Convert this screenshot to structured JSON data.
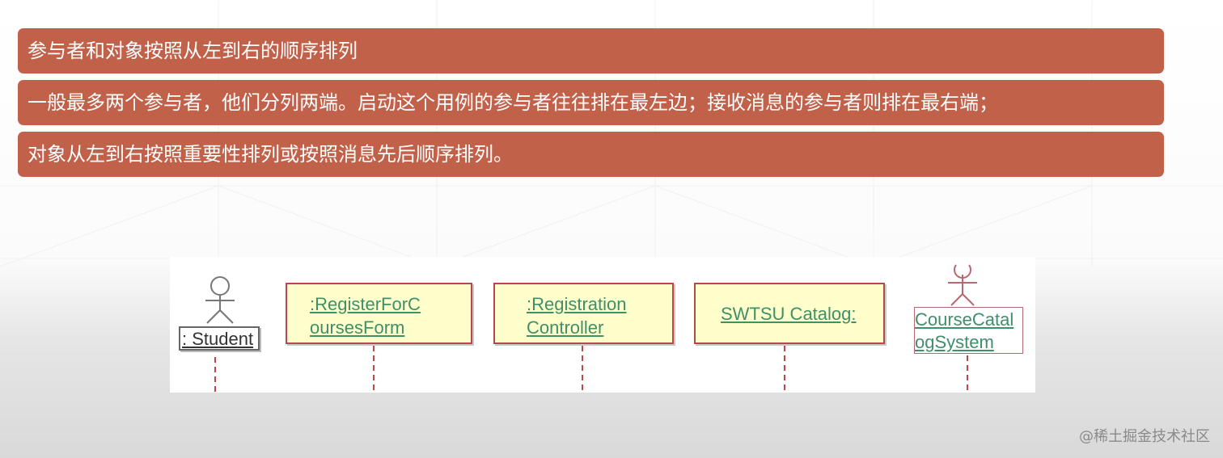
{
  "rules": [
    "参与者和对象按照从左到右的顺序排列",
    "一般最多两个参与者，他们分列两端。启动这个用例的参与者往往排在最左边；接收消息的参与者则排在最右端；",
    "对象从左到右按照重要性排列或按照消息先后顺序排列。"
  ],
  "diagram": {
    "actor_student": ": Student",
    "object1": ":RegisterForC\noursesForm",
    "object2": ":Registration\nController",
    "object3": "SWTSU Catalog:",
    "actor_catalog": "CourseCatal\nogSystem"
  },
  "watermark": "@稀土掘金技术社区",
  "colors": {
    "bar": "#c2614a",
    "object_fill": "#ffffcc",
    "object_border": "#b8474e",
    "object_text": "#3f8f6a"
  }
}
